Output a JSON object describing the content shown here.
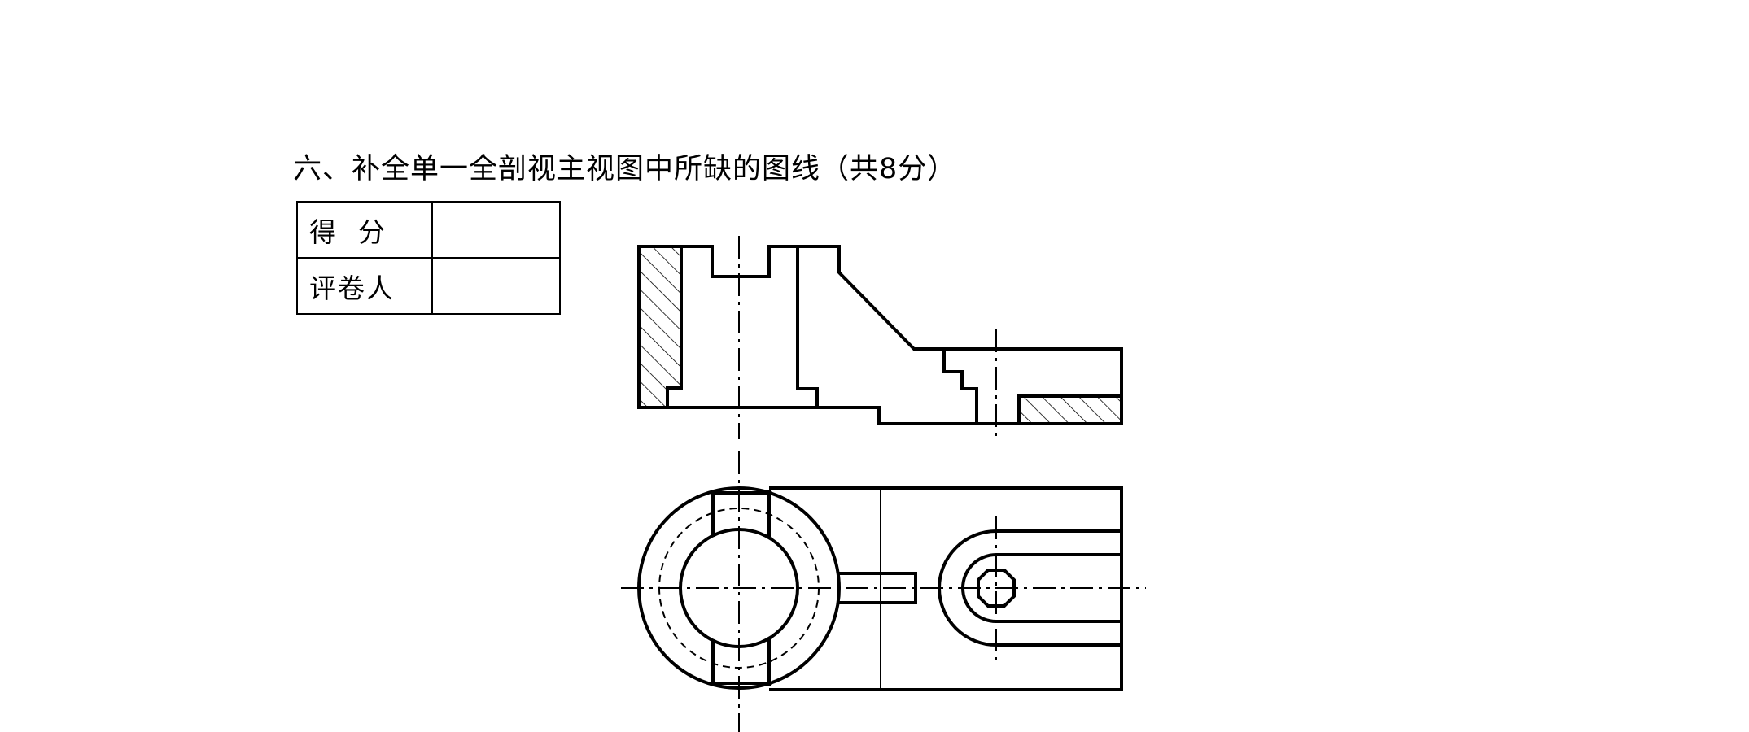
{
  "question": {
    "title": "六、补全单一全剖视主视图中所缺的图线（共8分）"
  },
  "score_table": {
    "rows": [
      {
        "label": "得  分",
        "value": ""
      },
      {
        "label": "评卷人",
        "value": ""
      }
    ]
  }
}
